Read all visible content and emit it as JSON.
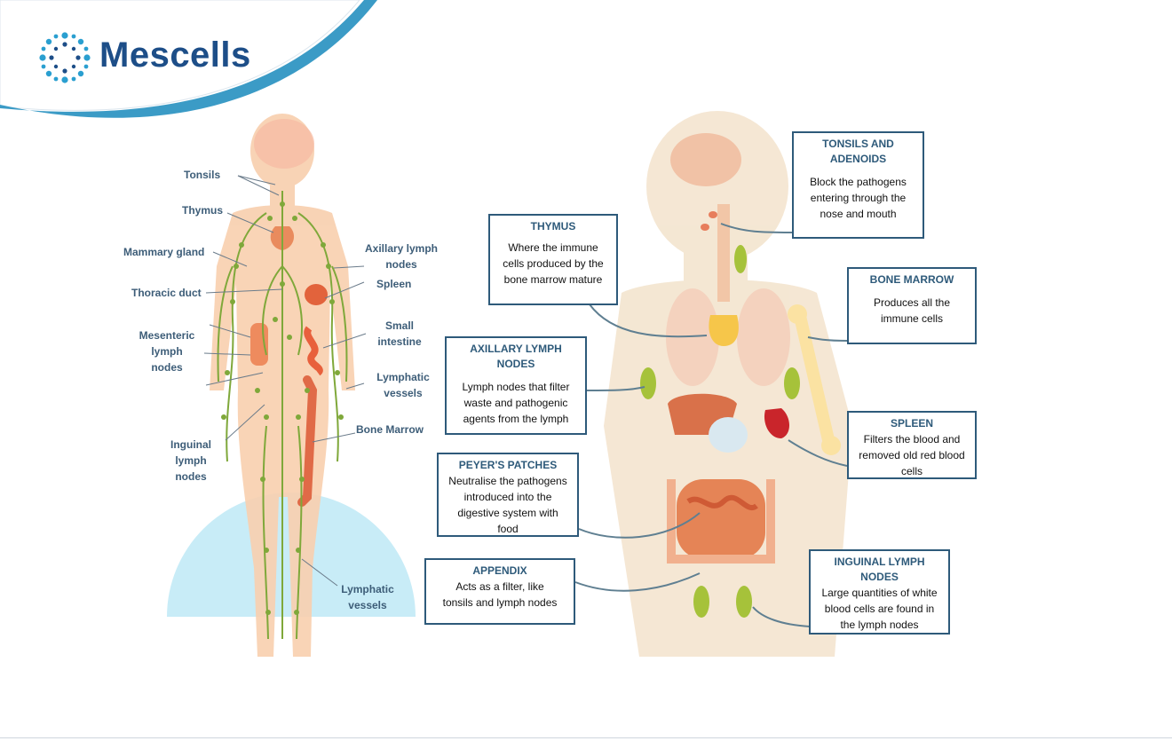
{
  "brand": {
    "name": "Mescells",
    "colors": {
      "primary": "#1d4e88",
      "accent": "#3b9bc6"
    }
  },
  "left_diagram": {
    "labels": {
      "tonsils": "Tonsils",
      "thymus": "Thymus",
      "mammary_gland": "Mammary gland",
      "thoracic_duct": "Thoracic duct",
      "mesenteric_lymph_nodes": "Mesenteric\nlymph\nnodes",
      "inguinal_lymph_nodes": "Inguinal\nlymph\nnodes",
      "axillary_lymph_nodes": "Axillary lymph\nnodes",
      "spleen": "Spleen",
      "small_intestine": "Small\nintestine",
      "lymphatic_vessels_upper": "Lymphatic\nvessels",
      "bone_marrow": "Bone Marrow",
      "lymphatic_vessels_lower": "Lymphatic\nvessels"
    }
  },
  "right_diagram": {
    "callouts": {
      "tonsils_adenoids": {
        "title": "TONSILS AND\nADENOIDS",
        "desc": "Block the pathogens\nentering through the\nnose and mouth"
      },
      "thymus": {
        "title": "THYMUS",
        "desc": "Where the immune\ncells produced by the\nbone marrow mature"
      },
      "bone_marrow": {
        "title": "BONE MARROW",
        "desc": "Produces all the\nimmune cells"
      },
      "axillary": {
        "title": "AXILLARY LYMPH NODES",
        "desc": "Lymph nodes that filter\nwaste and pathogenic\nagents from the lymph"
      },
      "spleen": {
        "title": "SPLEEN",
        "desc": "Filters the blood and\nremoved old red blood\ncells"
      },
      "peyers": {
        "title": "PEYER'S PATCHES",
        "desc": "Neutralise the pathogens\nintroduced into the\ndigestive system with\nfood"
      },
      "appendix": {
        "title": "APPENDIX",
        "desc": "Acts as a filter, like\ntonsils and lymph nodes"
      },
      "inguinal": {
        "title": "INGUINAL LYMPH NODES",
        "desc": "Large quantities of white\nblood cells are found in\nthe lymph nodes"
      }
    }
  }
}
